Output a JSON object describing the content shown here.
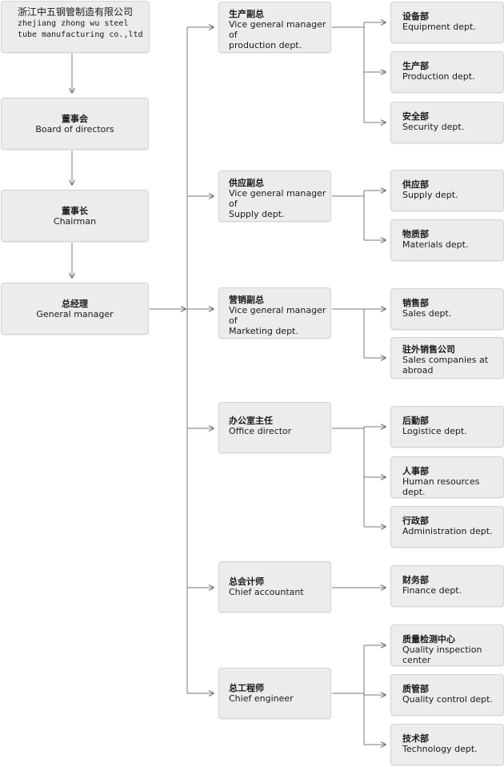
{
  "company": {
    "name_zh": "浙江中五钢管制造有限公司",
    "name_en_line1": "zhejiang zhong wu steel",
    "name_en_line2": "tube manufacturing co.,ltd"
  },
  "board": {
    "zh": "董事会",
    "en": "Board of directors"
  },
  "chairman": {
    "zh": "董事长",
    "en": "Chairman"
  },
  "general_manager": {
    "zh": "总经理",
    "en": "General manager"
  },
  "branches": [
    {
      "zh": "生产副总",
      "en1": "Vice general manager of",
      "en2": "production dept.",
      "depts": [
        {
          "zh": "设备部",
          "en": "Equipment dept."
        },
        {
          "zh": "生产部",
          "en": "Production dept."
        },
        {
          "zh": "安全部",
          "en": "Security dept."
        }
      ]
    },
    {
      "zh": "供应副总",
      "en1": "Vice general manager of",
      "en2": "Supply dept.",
      "depts": [
        {
          "zh": "供应部",
          "en": "Supply dept."
        },
        {
          "zh": "物质部",
          "en": "Materials dept."
        }
      ]
    },
    {
      "zh": "营销副总",
      "en1": "Vice general manager of",
      "en2": "Marketing dept.",
      "depts": [
        {
          "zh": "销售部",
          "en": "Sales dept."
        },
        {
          "zh": "驻外销售公司",
          "en": "Sales companies at",
          "en2": "abroad"
        }
      ]
    },
    {
      "zh": "办公室主任",
      "en1": "Office director",
      "depts": [
        {
          "zh": "后勤部",
          "en": "Logistice dept."
        },
        {
          "zh": "人事部",
          "en": "Human resources dept."
        },
        {
          "zh": "行政部",
          "en": "Administration dept."
        }
      ]
    },
    {
      "zh": "总会计师",
      "en1": "Chief accountant",
      "depts": [
        {
          "zh": "财务部",
          "en": "Finance dept."
        }
      ]
    },
    {
      "zh": "总工程师",
      "en1": "Chief engineer",
      "depts": [
        {
          "zh": "质量检测中心",
          "en": "Quality inspection center"
        },
        {
          "zh": "质管部",
          "en": "Quality control dept."
        },
        {
          "zh": "技术部",
          "en": "Technology dept."
        }
      ]
    }
  ]
}
